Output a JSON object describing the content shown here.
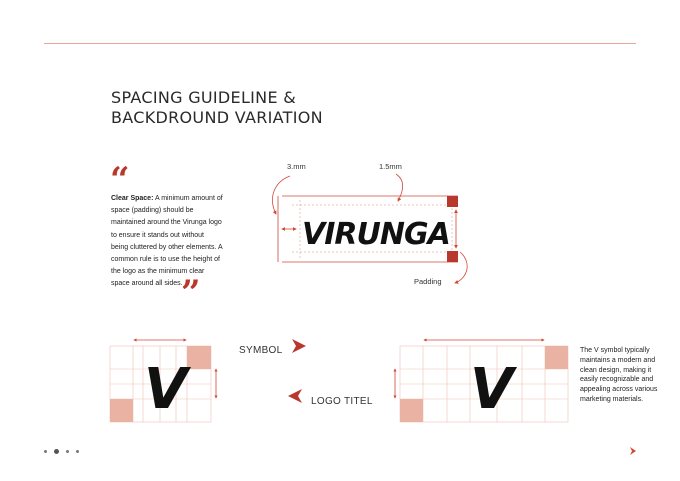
{
  "heading": {
    "line1": "SPACING GUIDELINE &",
    "line2": "BACKDROUND VARIATION"
  },
  "clear_space": {
    "lead": "Clear Space:",
    "body": " A minimum amount of space (padding) should be maintained around the Virunga logo to ensure it stands out without being cluttered by other elements. A common rule is to use the height of the logo as the minimum clear space around all sides."
  },
  "dimensions": {
    "left_gap": "3.mm",
    "top_gap": "1.5mm",
    "padding": "Padding"
  },
  "logo": {
    "wordmark": "VIRUNGA",
    "symbol": "V"
  },
  "variations": {
    "symbol_label": "SYMBOL",
    "logo_label": "LOGO TITEL"
  },
  "symbol_note": "The V symbol  typically maintains a modern and clean design, making it easily recognizable and appealing across various marketing materials.",
  "colors": {
    "accent": "#b9382e",
    "guide": "#d04a3a",
    "tile": "#e9b2a2",
    "grid": "#f0c2b4"
  },
  "pagination": {
    "count": 4,
    "active_index": 1
  }
}
